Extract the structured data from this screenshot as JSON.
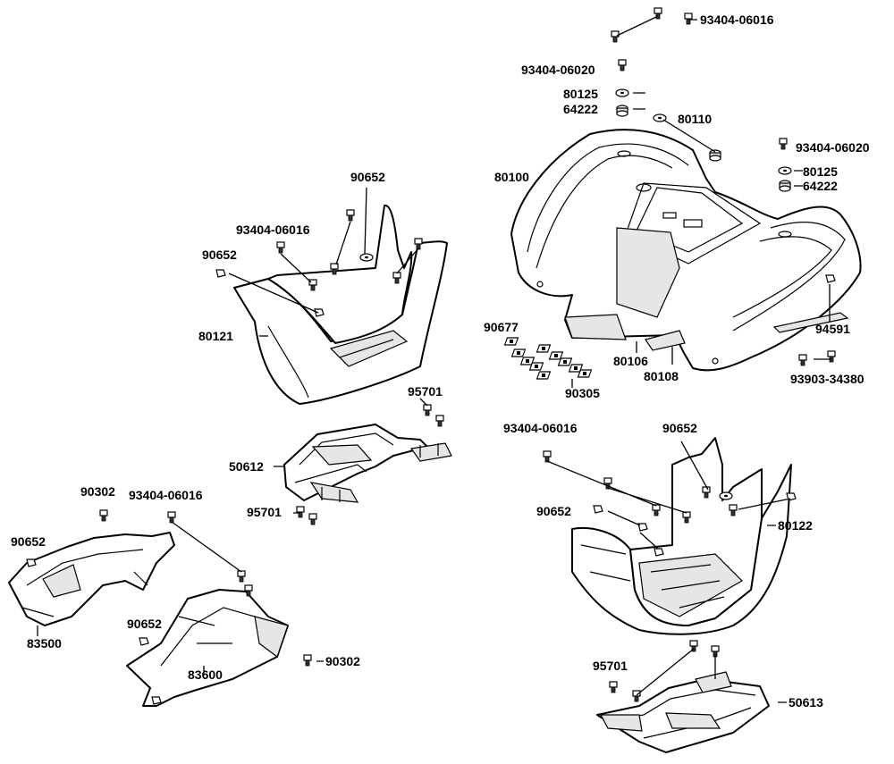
{
  "labels": [
    "93404-06016",
    "93404-06020",
    "80125",
    "64222",
    "80110",
    "80100",
    "93404-06020",
    "80125",
    "64222",
    "90652",
    "93404-06016",
    "90652",
    "80121",
    "90677",
    "80106",
    "80108",
    "90305",
    "94591",
    "93903-34380",
    "95701",
    "50612",
    "95701",
    "93404-06016",
    "90652",
    "90652",
    "80122",
    "90302",
    "93404-06016",
    "90652",
    "83500",
    "90652",
    "83600",
    "90302",
    "95701",
    "50613"
  ]
}
